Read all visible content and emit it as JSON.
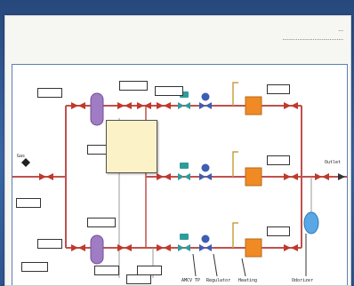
{
  "window": {
    "header_line1": "...",
    "header_line2": "...................................."
  },
  "diagram": {
    "inlet_label": "Gas",
    "outlet_label": "Outlet",
    "branch_labels": [
      "AMCV TP",
      "Regulator",
      "Heating",
      "Odorizer"
    ],
    "tooltip": "",
    "tags": [
      "",
      "",
      "",
      "",
      "",
      "",
      "",
      "",
      "",
      "",
      "",
      "",
      "",
      ""
    ]
  },
  "colors": {
    "pipe": "#c0504d",
    "valve": "#c0392b",
    "filter": "#a07cc5",
    "teal_valve": "#2f9c9c",
    "purple_valve": "#3c5eb5",
    "heater": "#f08a24",
    "tank": "#5aa7e6",
    "tooltip_bg": "#fbf3c7",
    "frame": "#5d7fb9"
  }
}
